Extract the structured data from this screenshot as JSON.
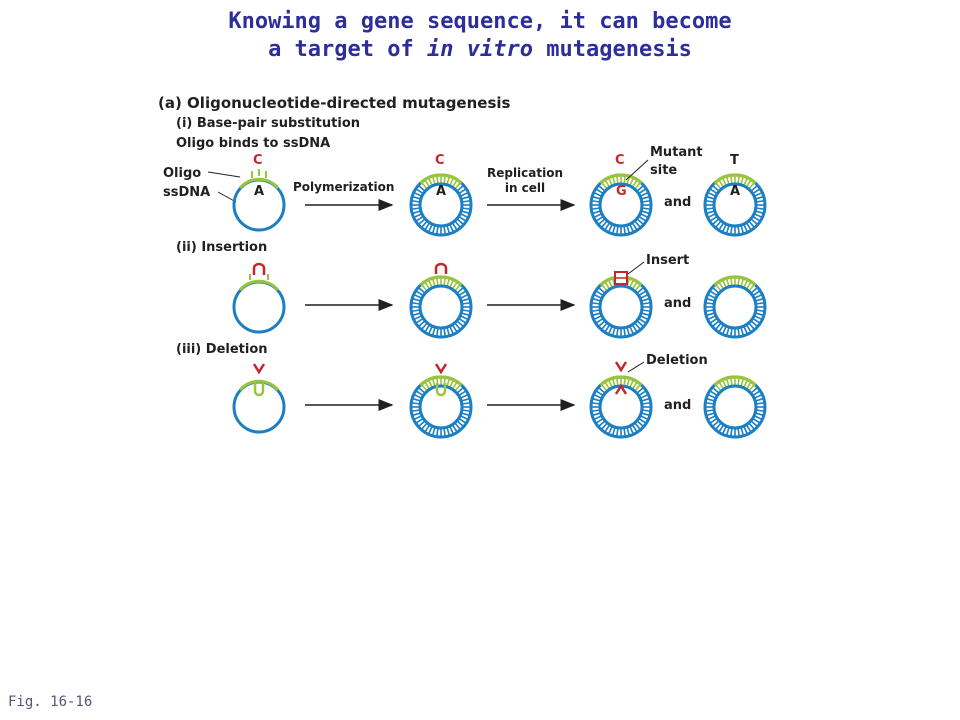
{
  "title": {
    "line1": "Knowing a gene sequence, it can become",
    "line2_pre": "a target of ",
    "line2_ital": "in vitro",
    "line2_post": " mutagenesis"
  },
  "figure_label": "Fig. 16-16",
  "diagram": {
    "part_heading": "(a)  Oligonucleotide-directed mutagenesis",
    "sub_i": "(i)  Base-pair substitution",
    "oligo_binds": "Oligo binds to ssDNA",
    "label_oligo": "Oligo",
    "label_ssdna": "ssDNA",
    "base_c": "C",
    "base_a": "A",
    "base_g": "G",
    "base_t": "T",
    "arrow_polymerization": "Polymerization",
    "arrow_replication_1": "Replication",
    "arrow_replication_2": "in cell",
    "label_mutant_1": "Mutant",
    "label_mutant_2": "site",
    "and": "and",
    "sub_ii": "(ii)  Insertion",
    "label_insert": "Insert",
    "sub_iii": "(iii)  Deletion",
    "label_deletion": "Deletion"
  },
  "colors": {
    "title": "#2e2e9a",
    "strand_blue": "#1c7fc4",
    "oligo_green": "#9ac43c",
    "base_red": "#c4262e",
    "text_dark": "#231f20"
  }
}
